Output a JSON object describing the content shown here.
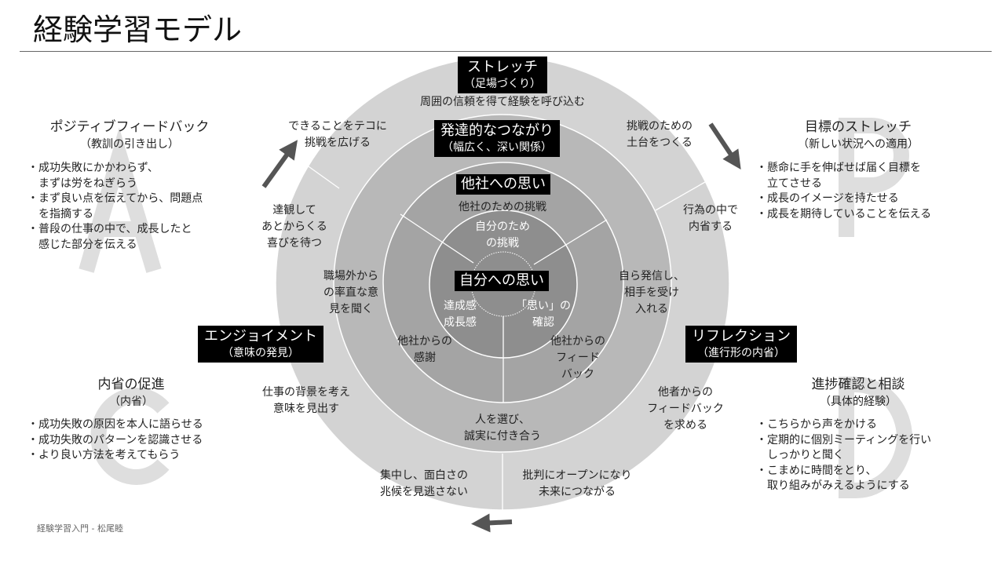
{
  "title": "経験学習モデル",
  "footer": "経験学習入門 - 松尾睦",
  "colors": {
    "outer_ring": "#d3d3d3",
    "middle_ring": "#b8b8b8",
    "inner_ring": "#a4a4a4",
    "core": "#8e8e8e",
    "label_bg": "#000000",
    "arrow": "#555555",
    "watermark": "#dedede"
  },
  "labels": {
    "stretch": {
      "title": "ストレッチ",
      "sub": "（足場づくり）"
    },
    "connection": {
      "title": "発達的なつながり",
      "sub": "（幅広く、深い関係）"
    },
    "others": {
      "title": "他社への思い"
    },
    "self": {
      "title": "自分への思い"
    },
    "enjoyment": {
      "title": "エンジョイメント",
      "sub": "（意味の発見）"
    },
    "reflection": {
      "title": "リフレクション",
      "sub": "（進行形の内省）"
    }
  },
  "ring_texts": {
    "outer_top": "周囲の信頼を得て経験を呼び込む",
    "outer_upper_left": "できることをテコに\n挑戦を広げる",
    "outer_upper_right": "挑戦のための\n土台をつくる",
    "outer_left": "達観して\nあとからくる\n喜びを待つ",
    "outer_right": "行為の中で\n内省する",
    "outer_lower_left": "仕事の背景を考え\n意味を見出す",
    "outer_lower_right": "他者からの\nフィードバック\nを求める",
    "outer_bottom_left": "集中し、面白さの\n兆候を見逃さない",
    "outer_bottom_right": "批判にオープンになり\n未来につながる",
    "middle_left": "職場外から\nの率直な意\n見を聞く",
    "middle_right": "自ら発信し、\n相手を受け\n入れる",
    "middle_bottom": "人を選び、\n誠実に付き合う",
    "inner_top": "他社のための挑戦",
    "inner_left": "他社からの\n感謝",
    "inner_right": "他社からの\nフィード\nバック",
    "core_top": "自分のため\nの挑戦",
    "core_left": "達成感\n成長感",
    "core_right": "「思い」の\n確認"
  },
  "panels": {
    "a": {
      "letter": "A",
      "heading": "ポジティブフィードバック",
      "sub": "（教訓の引き出し）",
      "bullets": [
        "成功失敗にかかわらず、\nまずは労をねぎらう",
        "まず良い点を伝えてから、問題点\nを指摘する",
        "普段の仕事の中で、成長したと\n感じた部分を伝える"
      ]
    },
    "p": {
      "letter": "P",
      "heading": "目標のストレッチ",
      "sub": "（新しい状況への適用）",
      "bullets": [
        "懸命に手を伸ばせば届く目標を\n立てさせる",
        "成長のイメージを持たせる",
        "成長を期待していることを伝える"
      ]
    },
    "c": {
      "letter": "C",
      "heading": "内省の促進",
      "sub": "（内省）",
      "bullets": [
        "成功失敗の原因を本人に語らせる",
        "成功失敗のパターンを認識させる",
        "より良い方法を考えてもらう"
      ]
    },
    "d": {
      "letter": "D",
      "heading": "進捗確認と相談",
      "sub": "（具体的経験）",
      "bullets": [
        "こちらから声をかける",
        "定期的に個別ミーティングを行い\nしっかりと聞く",
        "こまめに時間をとり、\n取り組みがみえるようにする"
      ]
    }
  }
}
